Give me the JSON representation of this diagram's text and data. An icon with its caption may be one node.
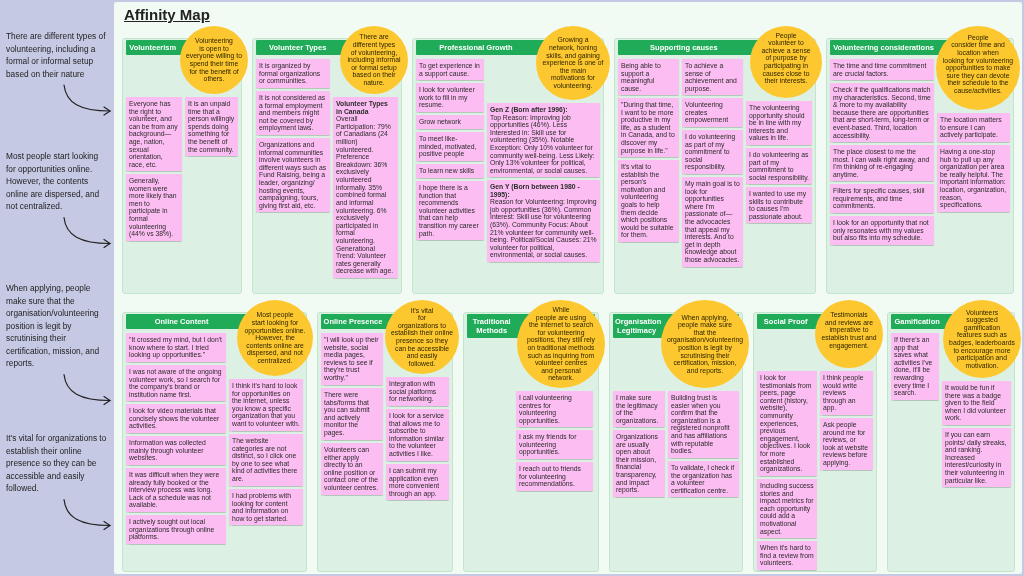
{
  "diagram": {
    "title": "Affinity Map",
    "nodes": [
      {
        "text": [
          "Volunteerism"
        ]
      },
      {
        "text": [
          "Volunteering is open to everyone willing to spend their time for the benefit of others."
        ]
      },
      {
        "text": [
          "Everyone has the right to volunteer, and can be from any background—age, nation, sexual orientation, race, etc."
        ],
        "in": 0
      },
      {
        "text": [
          "It is an unpaid time that a person willingly spends doing something for the benefit of the community."
        ],
        "in": 0
      },
      {
        "text": [
          "Generally, women were more likely than men to participate in formal volunteering (44% vs 38%)."
        ],
        "in": 0
      },
      {
        "text": [
          "Volunteer Types"
        ]
      },
      {
        "text": [
          "There are different types of volunteering, including informal or formal setup based on their nature."
        ]
      },
      {
        "text": [
          "It is organized by formal organizations or communities."
        ],
        "in": 5
      },
      {
        "text": [
          "It is not considered as a formal employment and members might not be covered by employment laws."
        ],
        "in": 5
      },
      {
        "text": [
          "Organizations and informal communities involve volunteers in different ways such as Fund Raising, being a leader, organizing/ hosting events, campaigning, tours, giving first aid, etc."
        ],
        "in": 5
      },
      {
        "text": [
          "Volunteer Types in Canada",
          "Overall Participation: 79% of Canadians (24 million) volunteered. Preference Breakdown: 36% exclusively volunteered informally. 35% combined formal and informal volunteering. 6% exclusively participated in formal volunteering. Generational Trend: Volunteer rates generally decrease with age."
        ],
        "in": 5
      },
      {
        "text": [
          "Professional Growth"
        ]
      },
      {
        "text": [
          "Growing a network, honing skills, and gaining experience is one of the main motivations for volunteering."
        ]
      },
      {
        "text": [
          "To get experience in a support cause."
        ],
        "in": 11
      },
      {
        "text": [
          "I look for volunteer work to fill in my resume."
        ],
        "in": 11
      },
      {
        "text": [
          "Grow network"
        ],
        "in": 11
      },
      {
        "text": [
          "Gen Z (Born after 1996):",
          "Top Reason: Improving job opportunities (46%). Less Interested in: Skill use for volunteering (35%). Notable Exception: Only 10% volunteer for community well-being. Less Likely: Only 13% volunteer for political, environmental, or social causes."
        ],
        "in": 11
      },
      {
        "text": [
          "To meet like-minded, motivated, positive people"
        ],
        "in": 11
      },
      {
        "text": [
          "Gen Y (Born between 1980 - 1995):",
          "Reason for Volunteering: Improving job opportunities (36%). Common Interest: Skill use for volunteering (63%). Community Focus: About 21% volunteer for community well-being. Political/Social Causes: 21% volunteer for political, environmental, or social causes."
        ],
        "in": 11
      },
      {
        "text": [
          "To learn new skills"
        ],
        "in": 11
      },
      {
        "text": [
          "I hope there is a function that recommends volunteer activities that can help transition my career path."
        ],
        "in": 11
      },
      {
        "text": [
          "Supporting causes"
        ]
      },
      {
        "text": [
          "People volunteer to achieve a sense of purpose by participating in causes close to their interests."
        ]
      },
      {
        "text": [
          "Being able to support a meaningful cause."
        ],
        "in": 21
      },
      {
        "text": [
          "To achieve a sense of achievement and purpose."
        ],
        "in": 21
      },
      {
        "text": [
          "The volunteering opportunity should be in line with my interests and values in life."
        ],
        "in": 21
      },
      {
        "text": [
          "\"During that time, I want to be more productive in my life, as a student in Canada, and to discover my purpose in life.\""
        ],
        "in": 21
      },
      {
        "text": [
          "Volunteering creates empowerment"
        ],
        "in": 21
      },
      {
        "text": [
          "I do volunteering as part of my commitment to social responsibility."
        ],
        "in": 21
      },
      {
        "text": [
          "It's vital to establish the person's motivation and volunteering goals to help them decide which positions would be suitable for them."
        ],
        "in": 21
      },
      {
        "text": [
          "I do volunteering as part of my commitment to social responsibility."
        ],
        "in": 21
      },
      {
        "text": [
          "I wanted to use my skills to contribute to causes I'm passionate about."
        ],
        "in": 21
      },
      {
        "text": [
          "My main goal is to look for opportunities where I'm passionate of—the advocacies that appeal my interests. And to get in depth knowledge about those advocacies."
        ],
        "in": 21
      },
      {
        "text": [
          "Volunteering considerations"
        ]
      },
      {
        "text": [
          "People consider time and location when looking for volunteering opportunities to make sure they can devote their schedule to the cause/activities."
        ]
      },
      {
        "text": [
          "The time and time commitment are crucial factors."
        ],
        "in": 33
      },
      {
        "text": [
          "Check if the qualifications match my characteristics. Second, time & more to my availability because there are opportunities that are short-term, long-term or event-based. Third, location accessibility."
        ],
        "in": 33
      },
      {
        "text": [
          "The place closest to me the most. I can walk right away, and I'm thinking of re-engaging anytime."
        ],
        "in": 33
      },
      {
        "text": [
          "The location matters to ensure I can actively participate."
        ],
        "in": 33
      },
      {
        "text": [
          "Filters for specific causes, skill requirements, and time commitments."
        ],
        "in": 33
      },
      {
        "text": [
          "Having a one-stop hub to pull up any organization per area be really helpful. The important information: location, organization, reason, specifications."
        ],
        "in": 33
      },
      {
        "text": [
          "I look for an opportunity that not only resonates with my values but also fits into my schedule."
        ],
        "in": 33
      },
      {
        "text": [
          "Online Content"
        ]
      },
      {
        "text": [
          "Most people start looking for opportunities online. However, the contents online are dispersed, and not centralized."
        ]
      },
      {
        "text": [
          "\"It crossed my mind, but I don't know where to start. I tried looking up opportunities.\""
        ],
        "in": 42
      },
      {
        "text": [
          "I was not aware of the ongoing volunteer work, so I search for the company's brand or institution name first."
        ],
        "in": 42
      },
      {
        "text": [
          "I look for video materials that concisely shows the volunteer activities."
        ],
        "in": 42
      },
      {
        "text": [
          "Information was collected mainly through volunteer websites."
        ],
        "in": 42
      },
      {
        "text": [
          "It was difficult when they were already fully booked or the interview process was long. Lack of a schedule was not available."
        ],
        "in": 42
      },
      {
        "text": [
          "I think it's hard to look for opportunities on the internet, unless you know a specific organization that you want to volunteer with."
        ],
        "in": 42
      },
      {
        "text": [
          "The website categories are not distinct, so I click one by one to see what kind of activities there are."
        ],
        "in": 42
      },
      {
        "text": [
          "I had problems with looking for content and information on how to get started."
        ],
        "in": 42
      },
      {
        "text": [
          "I actively sought out local organizations through online platforms."
        ],
        "in": 42
      },
      {
        "text": [
          "Online Presence"
        ]
      },
      {
        "text": [
          "It's vital for organizations to establish their online presence so they can be accessible and easily followed."
        ]
      },
      {
        "text": [
          "\"I will look up their website, social media pages, reviews to see if they're trust worthy.\""
        ],
        "in": 53
      },
      {
        "text": [
          "Integration with social platforms for networking."
        ],
        "in": 53
      },
      {
        "text": [
          "There were tabs/forms that you can submit and actively monitor the pages."
        ],
        "in": 53
      },
      {
        "text": [
          "I look for a service that allows me to subscribe to information similar to the volunteer activities I like."
        ],
        "in": 53
      },
      {
        "text": [
          "Volunteers can either apply directly to an online position or contact one of the volunteer centres."
        ],
        "in": 53
      },
      {
        "text": [
          "I can submit my application even more convenient through an app."
        ],
        "in": 53
      },
      {
        "text": [
          "Traditional Methods"
        ]
      },
      {
        "text": [
          "While people are using the internet to search for volunteering positions, they still rely on traditional methods such as inquiring from volunteer centres and personal network."
        ]
      },
      {
        "text": [
          "I call volunteering centres for volunteering opportunities."
        ],
        "in": 61
      },
      {
        "text": [
          "I ask my friends for volunteering opportunities."
        ],
        "in": 61
      },
      {
        "text": [
          "I reach out to friends for volunteering recommendations."
        ],
        "in": 61
      },
      {
        "text": [
          "Organisation Legitimacy"
        ]
      },
      {
        "text": [
          "When applying, people make sure that the organisation/volunteering position is legit by scrutinising their certification, mission, and reports."
        ]
      },
      {
        "text": [
          "I make sure the legitimacy of the organizations."
        ],
        "in": 66
      },
      {
        "text": [
          "Building trust is easier when you confirm that the organization is a registered nonprofit and has affiliations with reputable bodies."
        ],
        "in": 66
      },
      {
        "text": [
          "Organizations are usually open about their mission, financial transparency, and impact reports."
        ],
        "in": 66
      },
      {
        "text": [
          "To validate, I check if the organization has a volunteer certification centre."
        ],
        "in": 66
      },
      {
        "text": [
          "Social Proof"
        ]
      },
      {
        "text": [
          "Testimonials and reviews are imperative to establish trust and engagement."
        ]
      },
      {
        "text": [
          "I look for testimonials from peers, page content (history, website), community experiences, previous engagement, objectives. I look for more established organizations."
        ],
        "in": 72
      },
      {
        "text": [
          "Including success stories and impact metrics for each opportunity could add a motivational aspect."
        ],
        "in": 72
      },
      {
        "text": [
          "When it's hard to find a review from volunteers."
        ],
        "in": 72
      },
      {
        "text": [
          "I think people would write reviews through an app."
        ],
        "in": 72
      },
      {
        "text": [
          "Ask people around me for reviews, or look at website reviews before applying."
        ],
        "in": 72
      },
      {
        "text": [
          "Gamification"
        ]
      },
      {
        "text": [
          "Volunteers suggested gamification features such as badges, leaderboards to encourage more participation and motivation."
        ]
      },
      {
        "text": [
          "If there's an app that saves what activities I've done, it'll be rewarding every time I search."
        ],
        "in": 79
      },
      {
        "text": [
          "It would be fun if there was a badge given to the field when I did volunteer work."
        ],
        "in": 79
      },
      {
        "text": [
          "If you can earn points/ daily streaks, and ranking. Increased interest/curiosity in their volunteering in particular like."
        ],
        "in": 79
      }
    ],
    "labels": [
      "There are different types of volunteering, including a formal or informal setup based on their nature",
      "Most people start looking for opportunities online. However, the contents online are dispersed, and not centralized.",
      "When applying, people make sure that the organisation/volunteering position is legit by scrutinising their certification, mission, and reports.",
      "It's vital for organizations to establish their online presence so they can be accessible and easily followed."
    ]
  }
}
